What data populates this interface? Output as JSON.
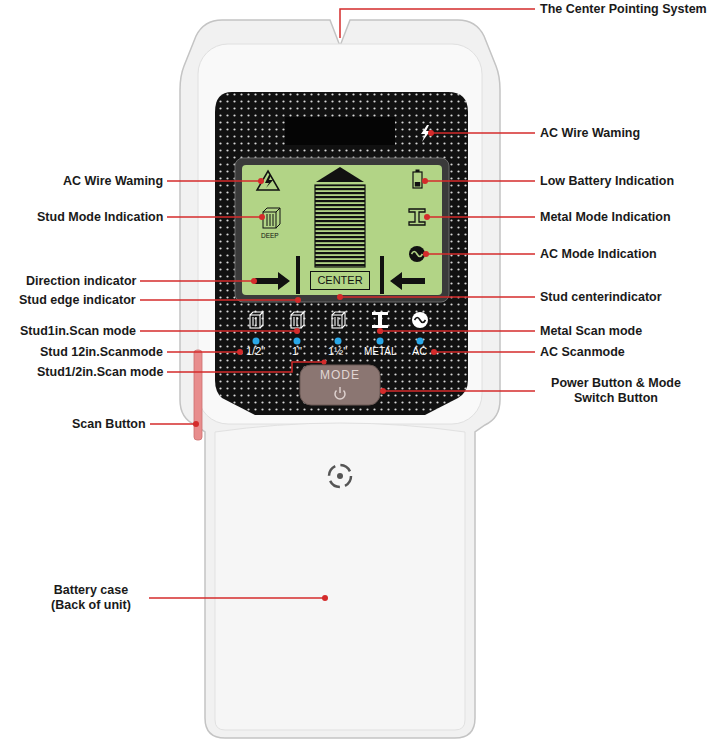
{
  "diagram": {
    "nodes": [
      {
        "text": [
          "CENTER"
        ]
      },
      {
        "text": [
          "MODE"
        ]
      }
    ],
    "labels": [
      "The Center Pointing System",
      "AC Wire Waming",
      "AC Wire Waming",
      "Low Battery Indication",
      "Stud Mode Indication",
      "Metal Mode Indication",
      "DEEP",
      "AC Mode Indication",
      "Direction indicator",
      "Stud edge indicator",
      "Stud centerindicator",
      "Stud1in.Scan mode",
      "Metal Scan mode",
      "1/2\"",
      "1\"",
      "1½\"",
      "METAL",
      "AC",
      "Stud 12in.Scanmode",
      "AC Scanmode",
      "Stud1/2in.Scan mode",
      "Power Button & Mode Switch Button",
      "Scan Button",
      "Battery case (Back of unit)"
    ]
  }
}
